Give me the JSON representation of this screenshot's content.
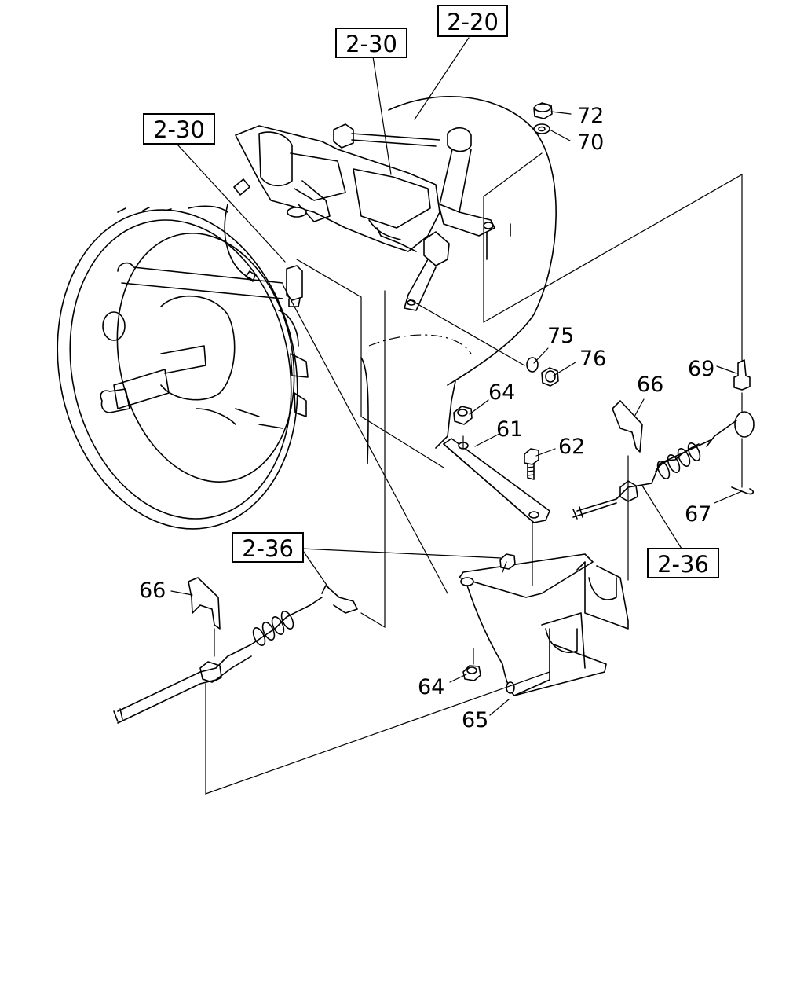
{
  "callouts": {
    "ref_2_20": "2-20",
    "ref_2_30_top": "2-30",
    "ref_2_30_left": "2-30",
    "ref_2_36_left": "2-36",
    "ref_2_36_right": "2-36"
  },
  "parts": {
    "p72": "72",
    "p70": "70",
    "p75": "75",
    "p76": "76",
    "p69": "69",
    "p64_top": "64",
    "p66_right": "66",
    "p61": "61",
    "p62": "62",
    "p67": "67",
    "p66_left": "66",
    "p64_bottom": "64",
    "p65": "65"
  }
}
